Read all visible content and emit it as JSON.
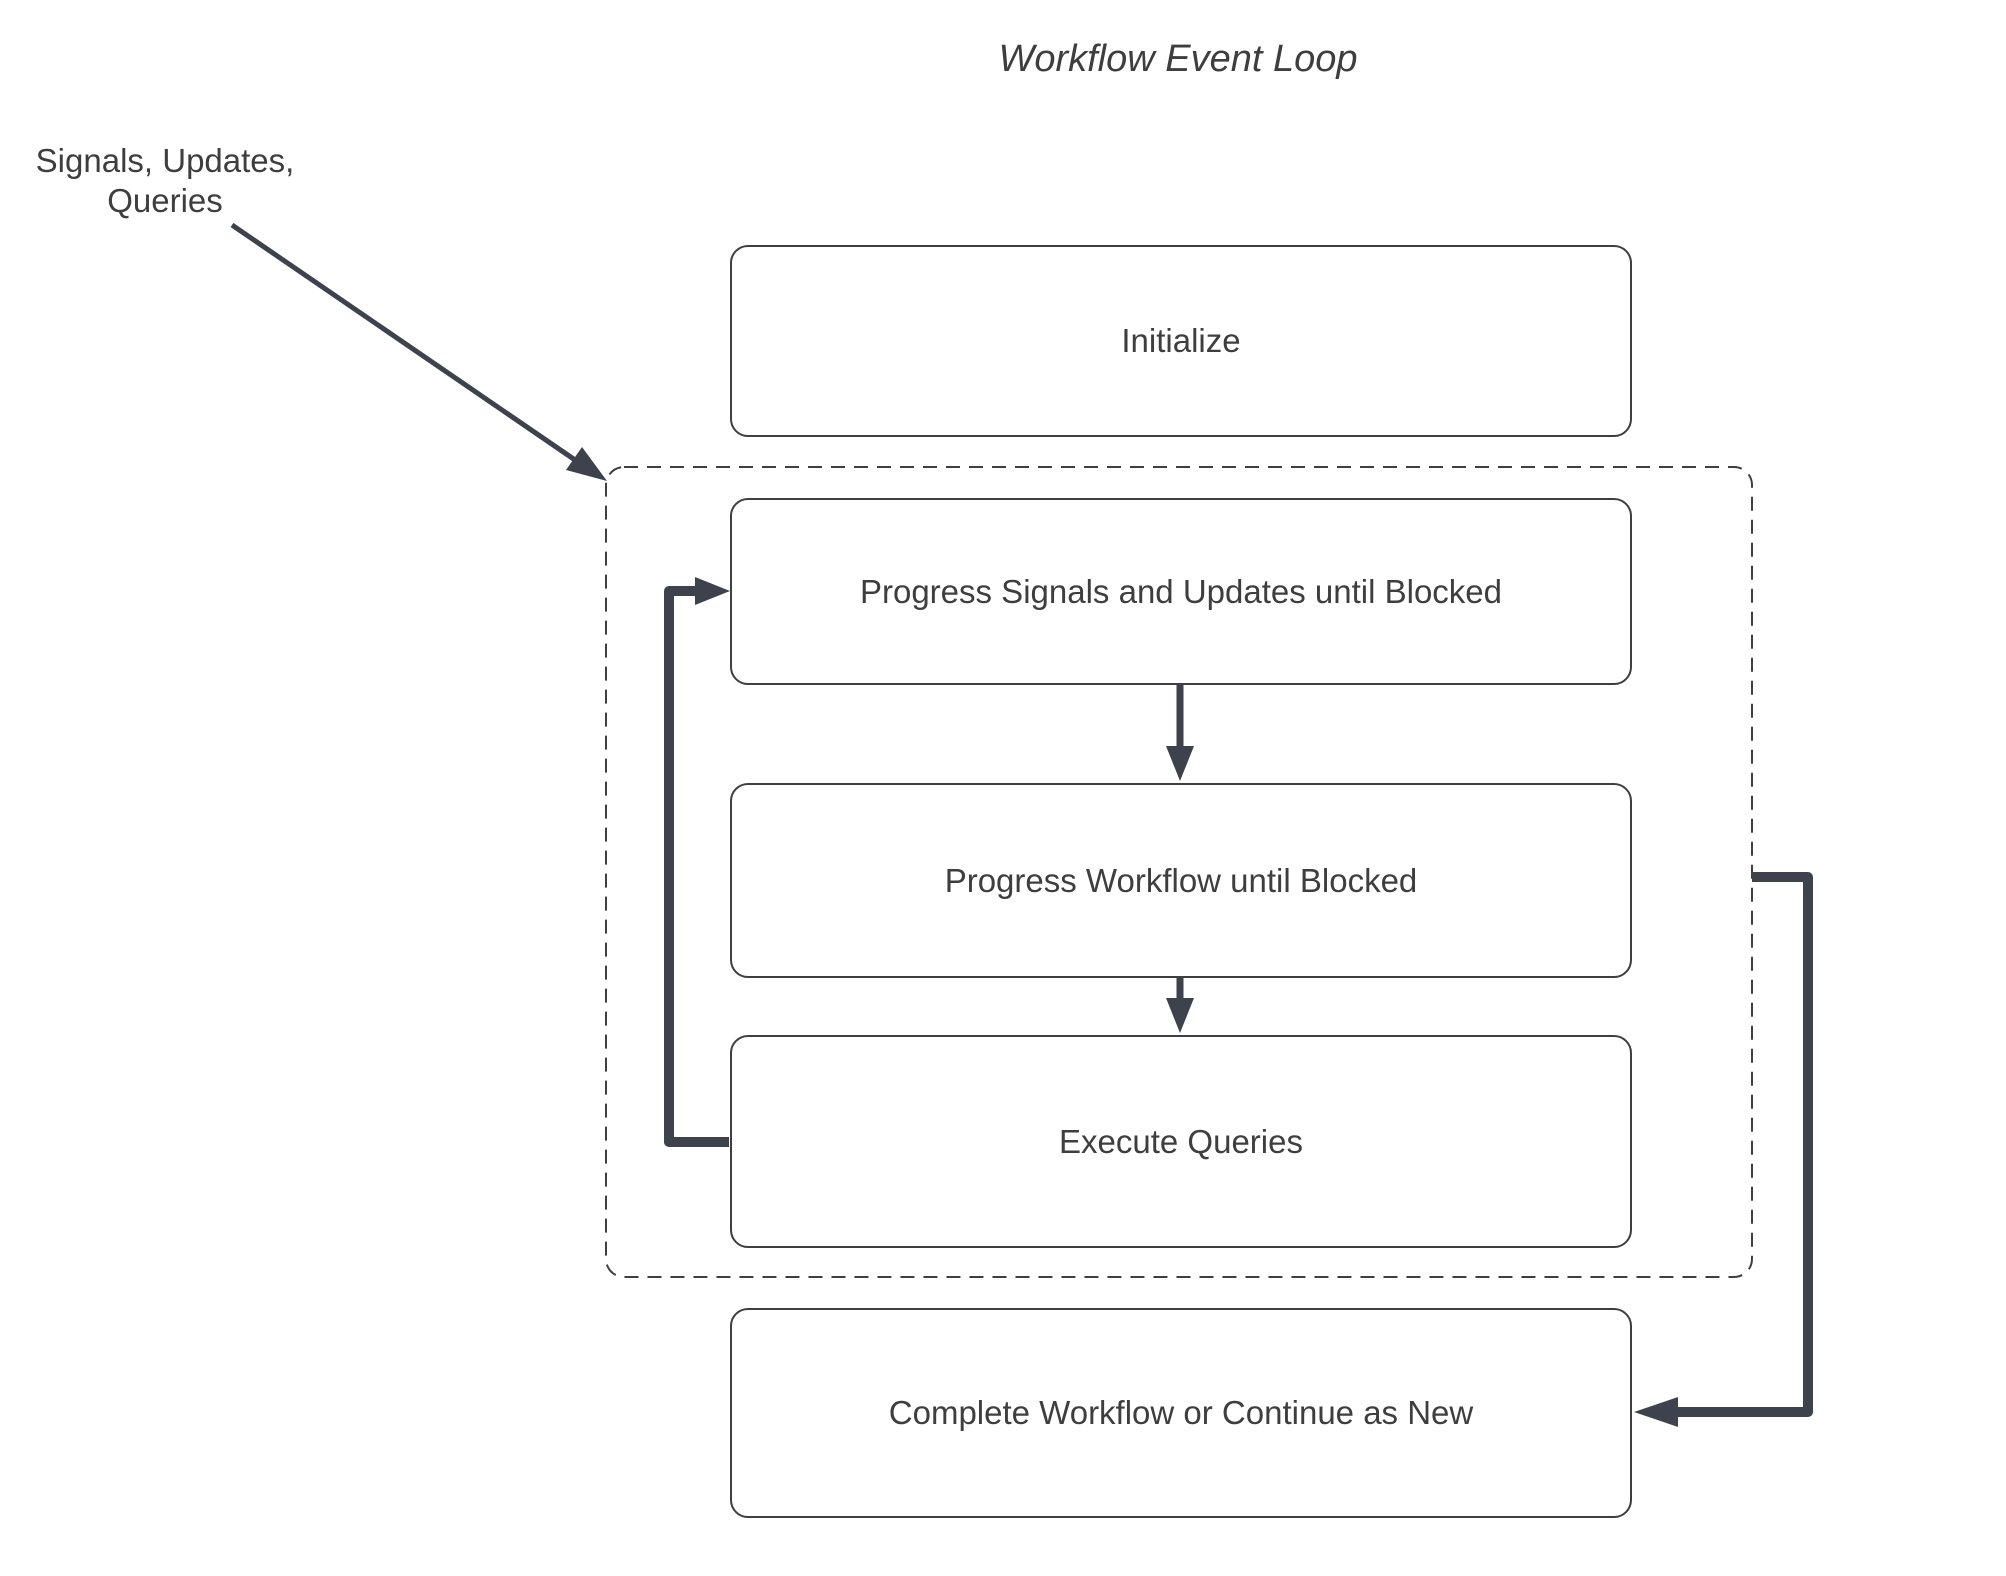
{
  "title": "Workflow Event Loop",
  "input_label": {
    "line1": "Signals, Updates,",
    "line2": "Queries"
  },
  "nodes": {
    "initialize": {
      "label": "Initialize"
    },
    "progress_signals": {
      "label": "Progress Signals and Updates until Blocked"
    },
    "progress_workflow": {
      "label": "Progress Workflow until Blocked"
    },
    "execute_queries": {
      "label": "Execute Queries"
    },
    "complete": {
      "label": "Complete Workflow or Continue as New"
    }
  },
  "container": {
    "name": "event-loop-boundary",
    "style": "dashed"
  },
  "edges": [
    {
      "id": "signals-input",
      "from": "signals-updates-queries-label",
      "to": "event-loop-boundary",
      "style": "thin-diagonal-arrow"
    },
    {
      "id": "signals-to-workflow",
      "from": "progress_signals",
      "to": "progress_workflow",
      "style": "down-arrow"
    },
    {
      "id": "workflow-to-queries",
      "from": "progress_workflow",
      "to": "execute_queries",
      "style": "down-arrow"
    },
    {
      "id": "queries-loop-back",
      "from": "execute_queries",
      "to": "progress_signals",
      "style": "thick-left-loop"
    },
    {
      "id": "loop-to-complete",
      "from": "event-loop-boundary",
      "to": "complete",
      "style": "thick-right-connector"
    }
  ],
  "colors": {
    "arrow": "#3d424d",
    "border": "#3f3f3f",
    "text": "#3e3e3e",
    "background": "#ffffff"
  }
}
